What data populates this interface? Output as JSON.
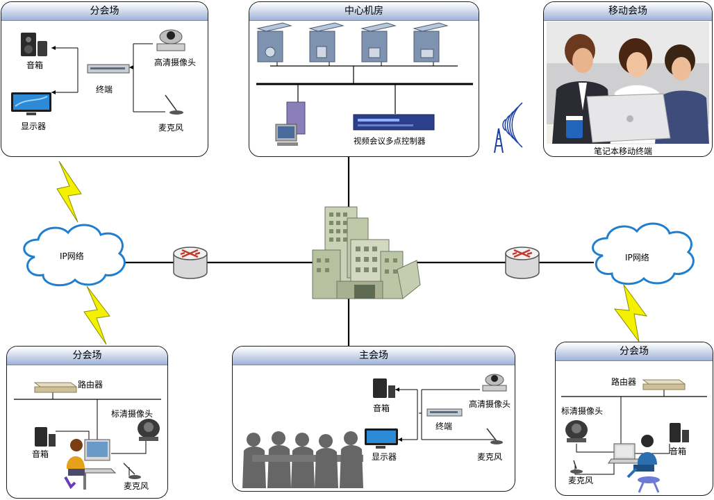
{
  "center_room": {
    "title": "中心机房",
    "mcu_label": "视频会议多点控制器"
  },
  "mobile": {
    "title": "移动会场",
    "caption": "笔记本移动终端"
  },
  "branch_top_left": {
    "title": "分会场",
    "speaker": "音箱",
    "display": "显示器",
    "terminal": "终端",
    "hd_camera": "高清摄像头",
    "microphone": "麦克风"
  },
  "clouds": {
    "left": "IP网络",
    "right": "IP网络"
  },
  "branch_bottom_left": {
    "title": "分会场",
    "router": "路由器",
    "sd_camera": "标清摄像头",
    "speaker": "音箱",
    "microphone": "麦克风"
  },
  "main_venue": {
    "title": "主会场",
    "speaker": "音箱",
    "display": "显示器",
    "terminal": "终端",
    "hd_camera": "高清摄像头",
    "microphone": "麦克风"
  },
  "branch_bottom_right": {
    "title": "分会场",
    "router": "路由器",
    "sd_camera": "标清摄像头",
    "speaker": "音箱",
    "microphone": "麦克风"
  },
  "colors": {
    "panel_header": "#9fb2d8",
    "lightning": "#f3f000",
    "cloud": "#1e7fd0",
    "line": "#000000"
  }
}
